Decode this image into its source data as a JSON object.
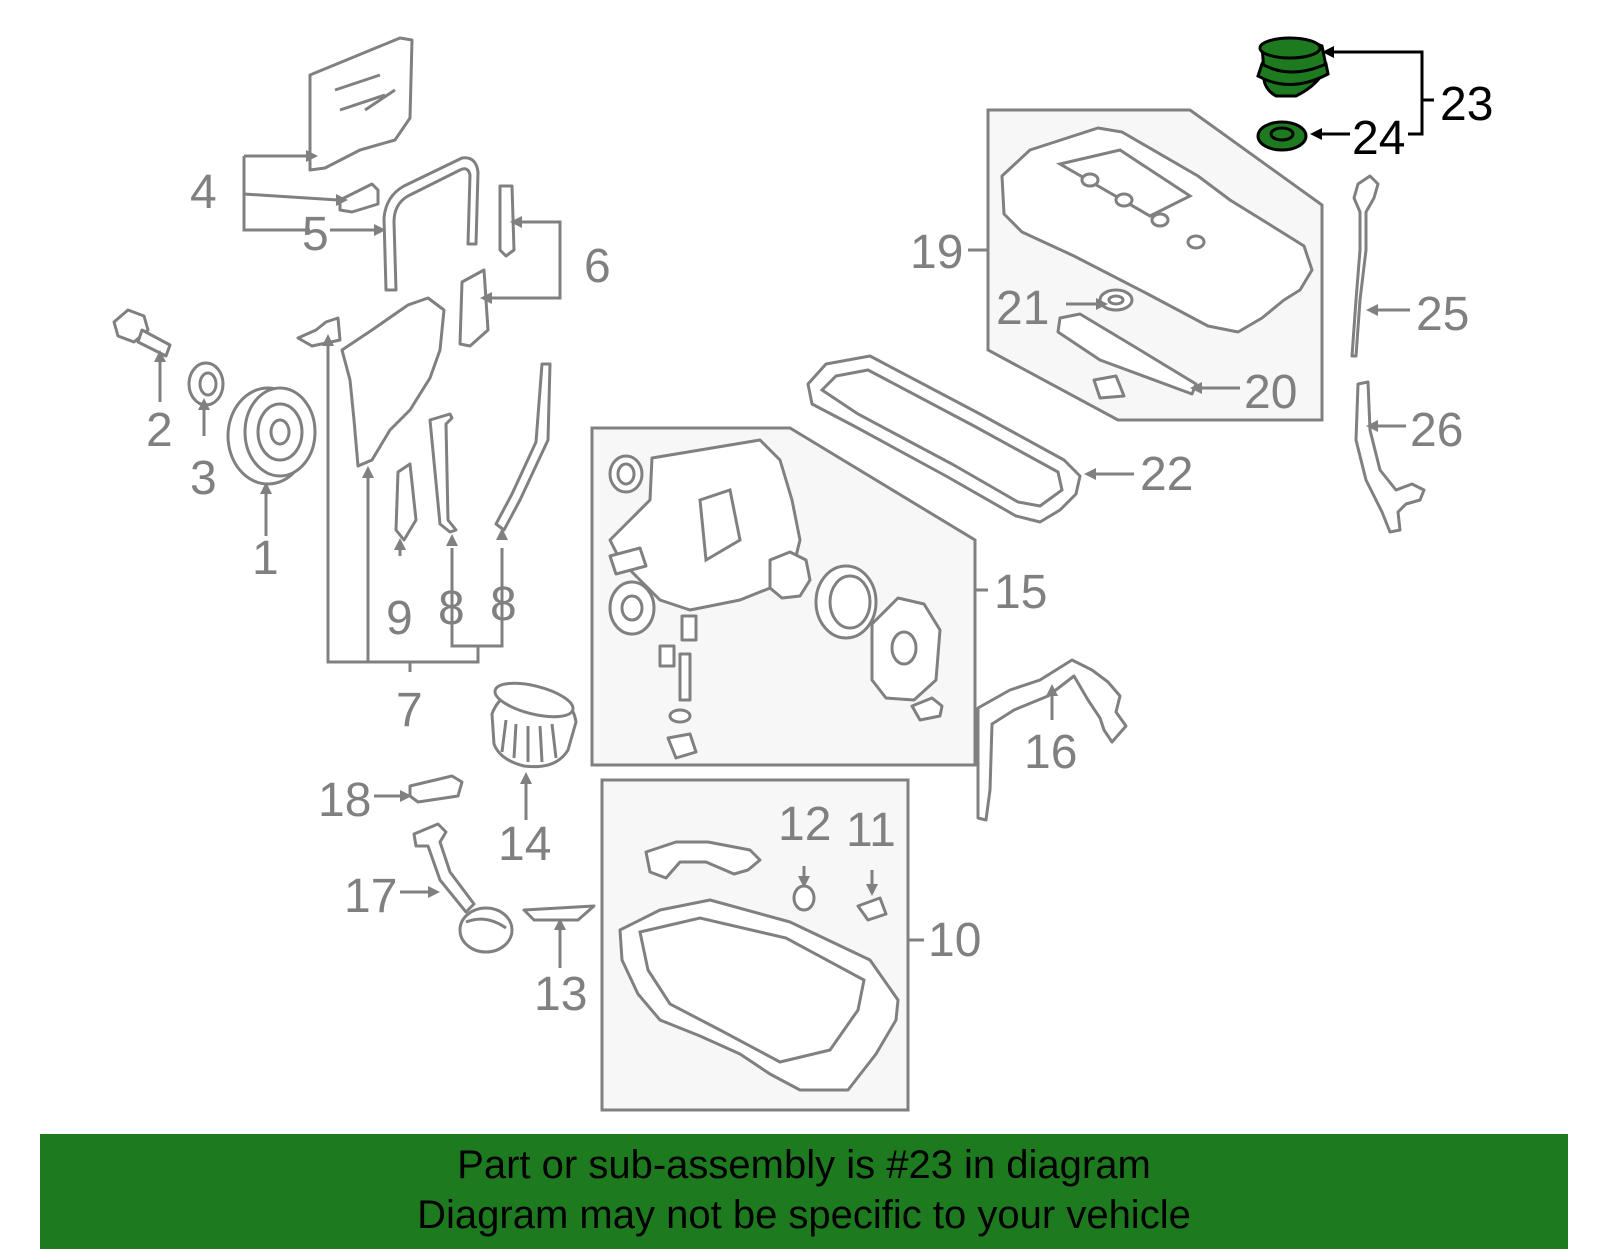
{
  "diagram": {
    "highlight_color": "#1e7a1e",
    "labels": {
      "l1": "1",
      "l2": "2",
      "l3": "3",
      "l4": "4",
      "l5": "5",
      "l6": "6",
      "l7": "7",
      "l8a": "8",
      "l8b": "8",
      "l9": "9",
      "l10": "10",
      "l11": "11",
      "l12": "12",
      "l13": "13",
      "l14": "14",
      "l15": "15",
      "l16": "16",
      "l17": "17",
      "l18": "18",
      "l19": "19",
      "l20": "20",
      "l21": "21",
      "l22": "22",
      "l23": "23",
      "l24": "24",
      "l25": "25",
      "l26": "26"
    }
  },
  "banner": {
    "line1": "Part or sub-assembly is #23 in diagram",
    "line2": "Diagram may not be specific to your vehicle",
    "background": "#1e7a1e"
  }
}
